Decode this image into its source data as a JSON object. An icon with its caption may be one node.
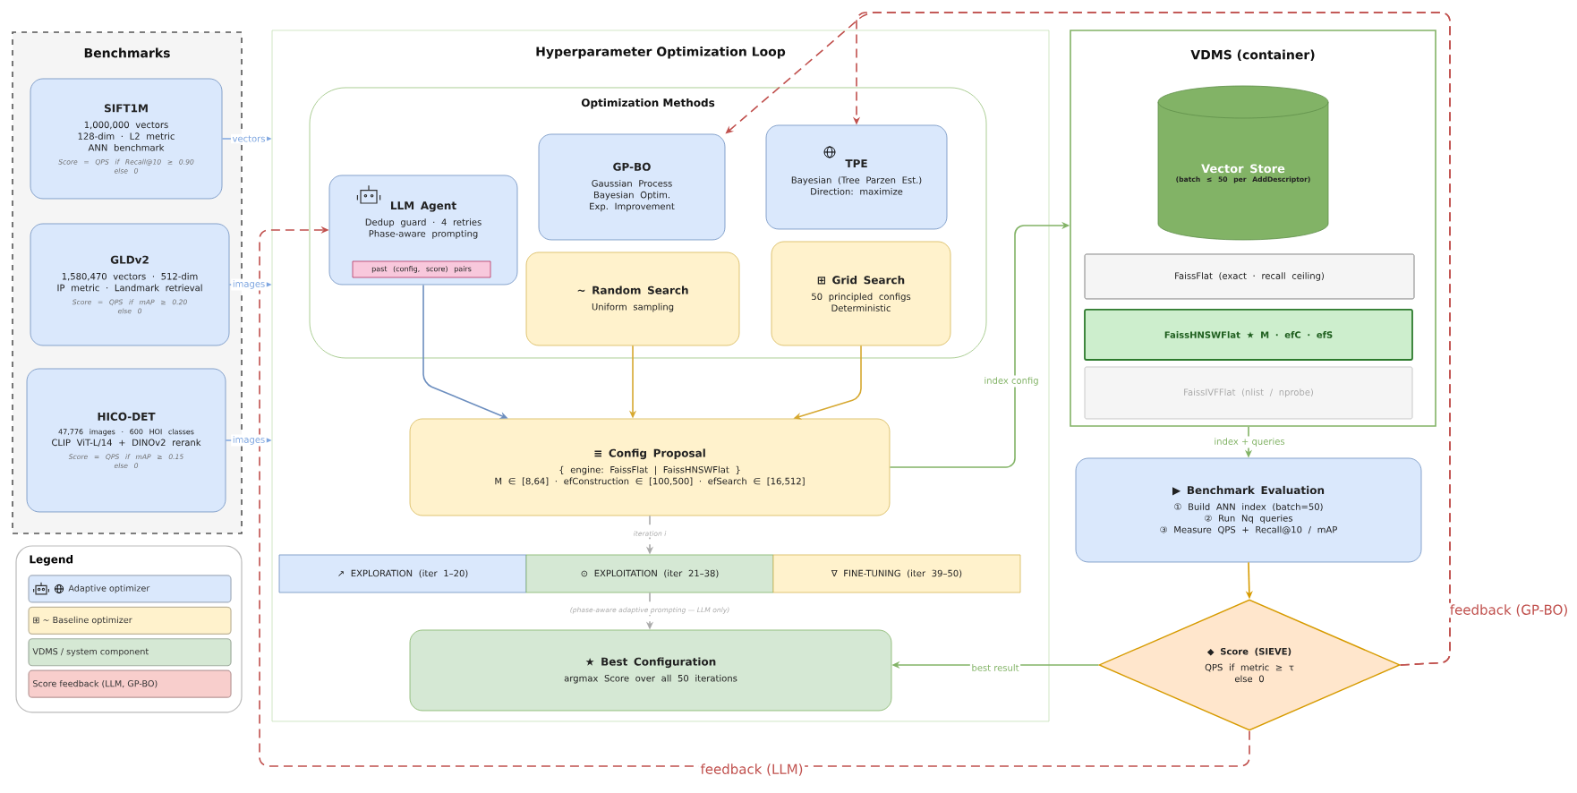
{
  "diagram": {
    "nodes": [
      {
        "text": [
          "Benchmarks"
        ]
      },
      {
        "text": [
          "SIFT1M",
          "1,000,000 vectors",
          "128-dim · L2 metric",
          "ANN benchmark",
          "Score = QPS if Recall@10 ≥ 0.90",
          "else 0"
        ],
        "in": 0
      },
      {
        "text": [
          "GLDv2",
          "1,580,470 vectors · 512-dim",
          "IP metric · Landmark retrieval",
          "Score = QPS if mAP ≥ 0.20",
          "else 0"
        ],
        "in": 0
      },
      {
        "text": [
          "HICO-DET",
          "47,776 images · 600 HOI classes",
          "CLIP ViT-L/14 + DINOv2 rerank",
          "Score = QPS if mAP ≥ 0.15",
          "else 0"
        ],
        "in": 0
      },
      {
        "text": [
          "Hyperparameter Optimization Loop"
        ]
      },
      {
        "text": [
          "Optimization Methods"
        ],
        "in": 4
      },
      {
        "text": [
          "LLM Agent",
          "Dedup guard · 4 retries",
          "Phase-aware prompting"
        ],
        "in": 5
      },
      {
        "text": [
          "past (config, score) pairs"
        ],
        "in": 6
      },
      {
        "text": [
          "GP-BO",
          "Gaussian Process",
          "Bayesian Optim.",
          "Exp. Improvement"
        ],
        "in": 5
      },
      {
        "text": [
          "TPE",
          "Bayesian (Tree Parzen Est.)",
          "Direction: maximize"
        ],
        "in": 5
      },
      {
        "text": [
          "~ Random Search",
          "Uniform sampling"
        ],
        "in": 5
      },
      {
        "text": [
          "⊞ Grid Search",
          "50 principled configs",
          "Deterministic"
        ],
        "in": 5
      },
      {
        "text": [
          "≡ Config Proposal",
          "{ engine: FaissFlat | FaissHNSWFlat }",
          "M ∈ [8,64] · efConstruction ∈ [100,500] · efSearch ∈ [16,512]"
        ],
        "in": 4
      },
      {
        "text": [
          "↗ EXPLORATION (iter 1–20)"
        ],
        "in": 4
      },
      {
        "text": [
          "⊙ EXPLOITATION (iter 21–38)"
        ],
        "in": 4
      },
      {
        "text": [
          "∇ FINE-TUNING (iter 39–50)"
        ],
        "in": 4
      },
      {
        "text": [
          "★ Best Configuration",
          "argmax Score over all 50 iterations"
        ],
        "in": 4
      },
      {
        "text": [
          "VDMS (container)"
        ]
      },
      {
        "text": [
          "Vector Store",
          "(batch ≤ 50 per AddDescriptor)"
        ],
        "in": 17
      },
      {
        "text": [
          "FaissFlat (exact · recall ceiling)"
        ],
        "in": 17
      },
      {
        "text": [
          "FaissHNSWFlat ★ M · efC · efS"
        ],
        "in": 17
      },
      {
        "text": [
          "FaissIVFFlat (nlist / nprobe)"
        ],
        "in": 17
      },
      {
        "text": [
          "▶ Benchmark Evaluation",
          "① Build ANN index (batch=50)",
          "② Run Nq queries",
          "③ Measure QPS + Recall@10 / mAP"
        ]
      },
      {
        "text": [
          "◆ Score (SIEVE)",
          "QPS if metric ≥ τ",
          "else 0"
        ]
      }
    ],
    "edges": [
      {
        "from": 1,
        "to": 4,
        "arrow": "to",
        "label": "vectors",
        "color": "#7ea6e0"
      },
      {
        "from": 2,
        "to": 4,
        "arrow": "to",
        "label": "images",
        "color": "#7ea6e0"
      },
      {
        "from": 3,
        "to": 4,
        "arrow": "to",
        "label": "images",
        "color": "#7ea6e0"
      },
      {
        "from": 6,
        "to": 12,
        "arrow": "to",
        "color": "#6c8ebf"
      },
      {
        "from": 10,
        "to": 12,
        "arrow": "to",
        "color": "#d6a830"
      },
      {
        "from": 11,
        "to": 12,
        "arrow": "to",
        "color": "#d6a830"
      },
      {
        "from": 12,
        "to": 17,
        "arrow": "to",
        "label": "index config",
        "color": "#82b366"
      },
      {
        "from": 17,
        "to": 22,
        "arrow": "to",
        "label": "index + queries",
        "color": "#82b366"
      },
      {
        "from": 22,
        "to": 23,
        "arrow": "to",
        "color": "#d79b00"
      },
      {
        "from": 23,
        "to": 16,
        "arrow": "to",
        "label": "best result",
        "color": "#82b366"
      },
      {
        "from": 12,
        "to": 14,
        "arrow": "to",
        "label": "iteration i",
        "style": "dashed",
        "color": "#aaaaaa"
      },
      {
        "from": 14,
        "to": 16,
        "arrow": "to",
        "label": "(phase-aware adaptive prompting — LLM only)",
        "style": "dashed",
        "color": "#aaaaaa"
      },
      {
        "from": 23,
        "to": 6,
        "arrow": "to",
        "label": "feedback (LLM)",
        "style": "dashed",
        "color": "#c0504d"
      },
      {
        "from": 23,
        "to": 8,
        "arrow": "to",
        "label": "feedback (GP-BO)",
        "style": "dashed",
        "color": "#c0504d"
      },
      {
        "from": 23,
        "to": 9,
        "arrow": "to",
        "style": "dashed",
        "color": "#c0504d"
      }
    ],
    "labels": [
      "Legend"
    ],
    "legend": [
      {
        "text": "Adaptive optimizer",
        "color": "#dae8fc"
      },
      {
        "text": "⊞ ~ Baseline optimizer",
        "color": "#fff2cc"
      },
      {
        "text": "VDMS / system component",
        "color": "#d5e8d4"
      },
      {
        "text": "Score feedback (LLM, GP-BO)",
        "color": "#f8cecc"
      }
    ]
  }
}
